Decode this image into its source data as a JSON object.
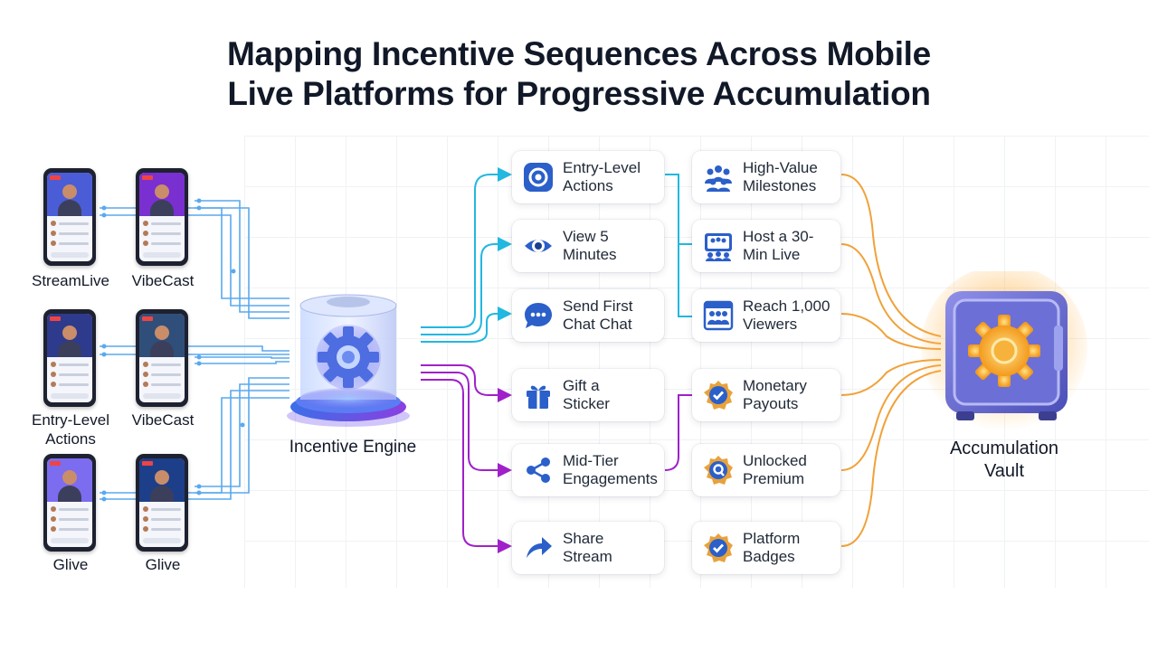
{
  "title": {
    "line1": "Mapping Incentive Sequences Across Mobile",
    "line2": "Live Platforms for Progressive Accumulation"
  },
  "platforms": [
    {
      "label": "StreamLive",
      "screen_color": "#4b5dd6"
    },
    {
      "label": "VibeCast",
      "screen_color": "#7a2fd0"
    },
    {
      "label_line1": "Entry-Level",
      "label_line2": "Actions",
      "screen_color": "#2e3a8c"
    },
    {
      "label": "VibeCast",
      "screen_color": "#2f4f7a"
    },
    {
      "label": "Glive",
      "screen_color": "#7c6cf0"
    },
    {
      "label": "Glive",
      "screen_color": "#1d3f8a"
    }
  ],
  "engine": {
    "label": "Incentive Engine"
  },
  "vault": {
    "label_line1": "Accumulation",
    "label_line2": "Vault"
  },
  "actions": [
    {
      "line1": "Entry-Level",
      "line2": "Actions",
      "icon": "target-icon"
    },
    {
      "line1": "View 5",
      "line2": "Minutes",
      "icon": "eye-icon"
    },
    {
      "line1": "Send First",
      "line2": "Chat Chat",
      "icon": "chat-bubble-icon"
    },
    {
      "line1": "Gift a",
      "line2": "Sticker",
      "icon": "gift-icon"
    },
    {
      "line1": "Mid-Tier",
      "line2": "Engagements",
      "icon": "share-nodes-icon"
    },
    {
      "line1": "Share",
      "line2": "Stream",
      "icon": "share-arrow-icon"
    }
  ],
  "milestones": [
    {
      "line1": "High-Value",
      "line2": "Milestones",
      "icon": "people-group-icon"
    },
    {
      "line1": "Host a 30-",
      "line2": "Min Live",
      "icon": "live-audience-icon"
    },
    {
      "line1": "Reach 1,000",
      "line2": "Viewers",
      "icon": "viewers-screen-icon"
    },
    {
      "line1": "Monetary",
      "line2": "Payouts",
      "icon": "badge-check-icon"
    },
    {
      "line1": "Unlocked",
      "line2": "Premium",
      "icon": "premium-badge-icon"
    },
    {
      "line1": "Platform",
      "line2": "Badges",
      "icon": "badge-check-icon"
    }
  ],
  "colors": {
    "blue": "#3b82f6",
    "cyan": "#22b8e0",
    "purple": "#a021c9",
    "orange": "#f0a23a",
    "icon_blue": "#2b5fc9",
    "badge_gold": "#e8a23c"
  }
}
